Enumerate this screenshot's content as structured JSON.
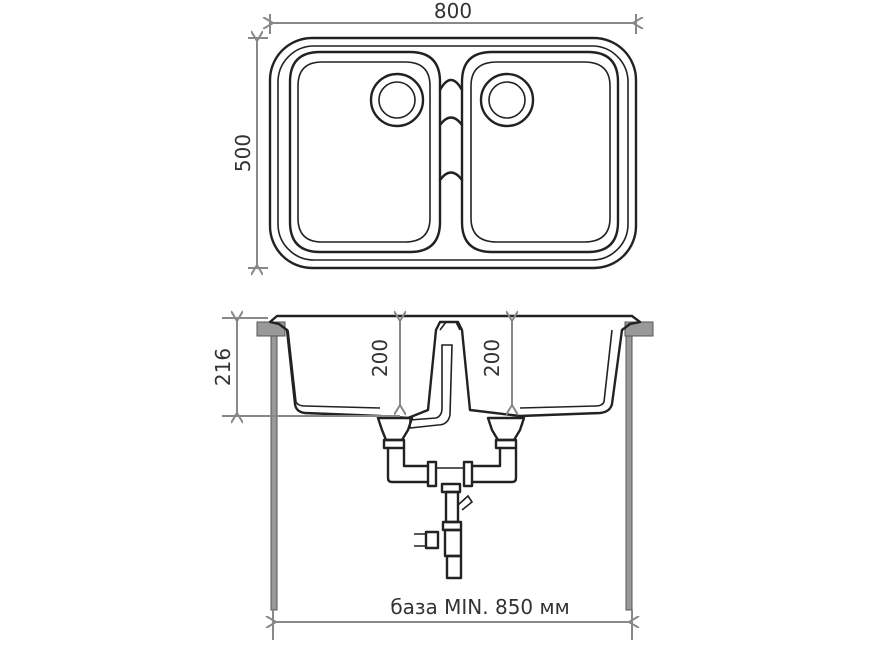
{
  "top_view": {
    "width_label": "800",
    "depth_label": "500"
  },
  "side_view": {
    "total_depth_label": "216",
    "left_bowl_depth_label": "200",
    "right_bowl_depth_label": "200",
    "base_label": "база MIN. 850 мм"
  },
  "colors": {
    "line": "#222222",
    "dimension": "#888888",
    "counter": "#999999"
  }
}
